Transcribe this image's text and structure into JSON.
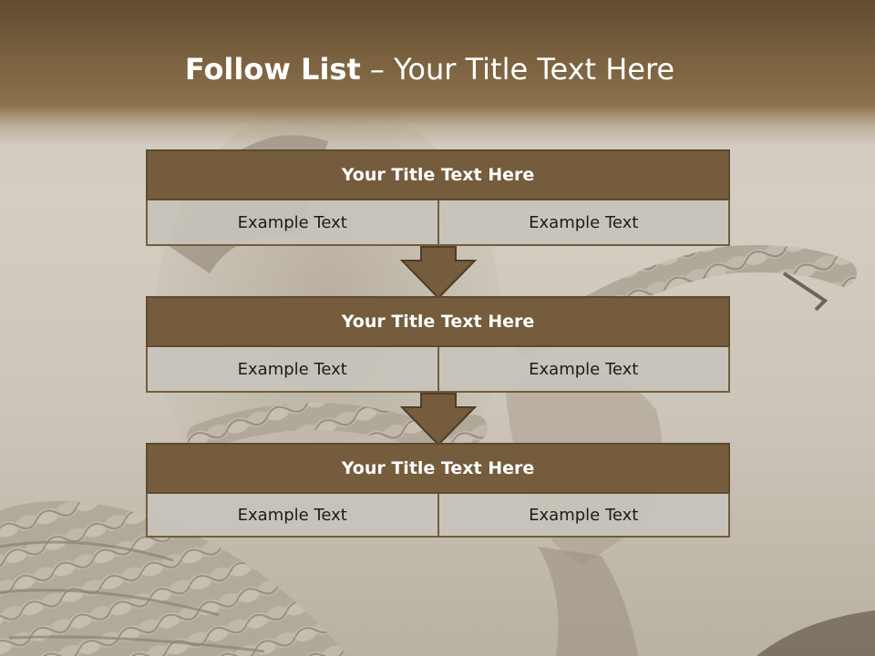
{
  "title": {
    "bold": "Follow List",
    "rest": " – Your Title Text Here"
  },
  "blocks": [
    {
      "title": "Your Title Text Here",
      "items": [
        "Example Text",
        "Example Text"
      ]
    },
    {
      "title": "Your Title Text Here",
      "items": [
        "Example Text",
        "Example Text"
      ]
    },
    {
      "title": "Your Title Text Here",
      "items": [
        "Example Text",
        "Example Text"
      ]
    }
  ],
  "colors": {
    "header_fill": "#745c3c",
    "title_band": "#7a613f",
    "cell_fill": "#c8c3bb"
  }
}
